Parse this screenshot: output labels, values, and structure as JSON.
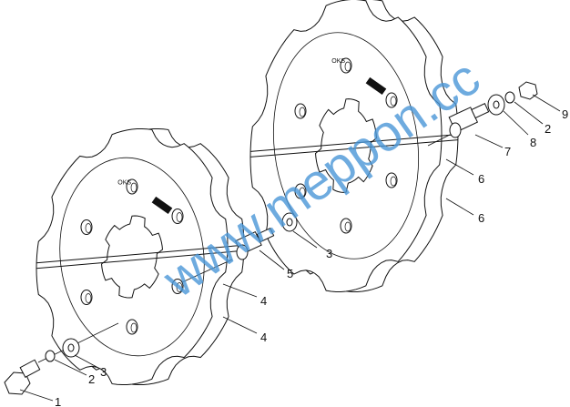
{
  "diagram": {
    "part_labels": [
      "1",
      "2",
      "3",
      "4",
      "4",
      "5",
      "3",
      "6",
      "6",
      "7",
      "8",
      "2",
      "9"
    ],
    "emboss_text": "OKS",
    "watermark": "www.meppon.cc"
  }
}
